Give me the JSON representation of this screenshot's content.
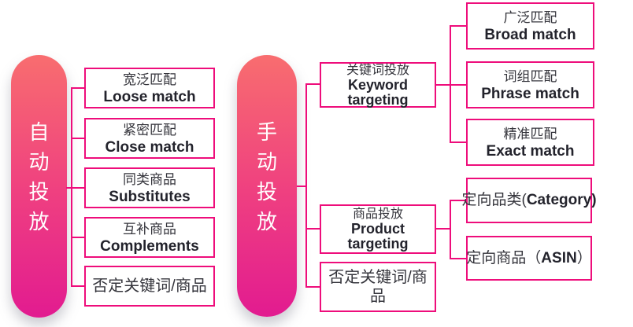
{
  "colors": {
    "accent": "#ee0d7b",
    "pill_gradient_top": "#f86d6f",
    "pill_gradient_mid": "#ef4080",
    "pill_gradient_bottom": "#e21b90",
    "text_chinese": "#35353c",
    "text_english_bold": "#23232c"
  },
  "auto": {
    "chars": [
      "自",
      "动",
      "投",
      "放"
    ],
    "items": [
      {
        "zh": "宽泛匹配",
        "en": "Loose match"
      },
      {
        "zh": "紧密匹配",
        "en": "Close match"
      },
      {
        "zh": "同类商品",
        "en": "Substitutes"
      },
      {
        "zh": "互补商品",
        "en": "Complements"
      },
      {
        "zh": "否定关键词/商品"
      }
    ]
  },
  "manual": {
    "chars": [
      "手",
      "动",
      "投",
      "放"
    ],
    "keyword": {
      "zh": "关键词投放",
      "en": "Keyword targeting",
      "children": [
        {
          "zh": "广泛匹配",
          "en": "Broad match"
        },
        {
          "zh": "词组匹配",
          "en": "Phrase match"
        },
        {
          "zh": "精准匹配",
          "en": "Exact match"
        }
      ]
    },
    "product": {
      "zh": "商品投放",
      "en": "Product targeting",
      "children": [
        {
          "pre": "定向品类(",
          "bold": "Category",
          "post": ")"
        },
        {
          "pre": "定向商品（",
          "bold": "ASIN",
          "post": "）"
        }
      ]
    },
    "negative": {
      "zh": "否定关键词/商品"
    }
  }
}
